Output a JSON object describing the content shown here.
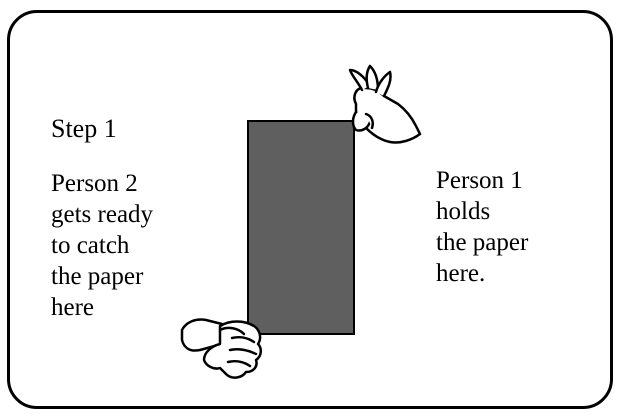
{
  "step": {
    "title": "Step 1"
  },
  "person2": {
    "lines": [
      "Person 2",
      "gets ready",
      "to catch",
      "the paper",
      "here"
    ]
  },
  "person1": {
    "lines": [
      "Person 1",
      "holds",
      "the paper",
      "here."
    ]
  },
  "colors": {
    "paper": "#5f5f5f",
    "outline": "#000000",
    "hand_fill": "#ffffff"
  }
}
